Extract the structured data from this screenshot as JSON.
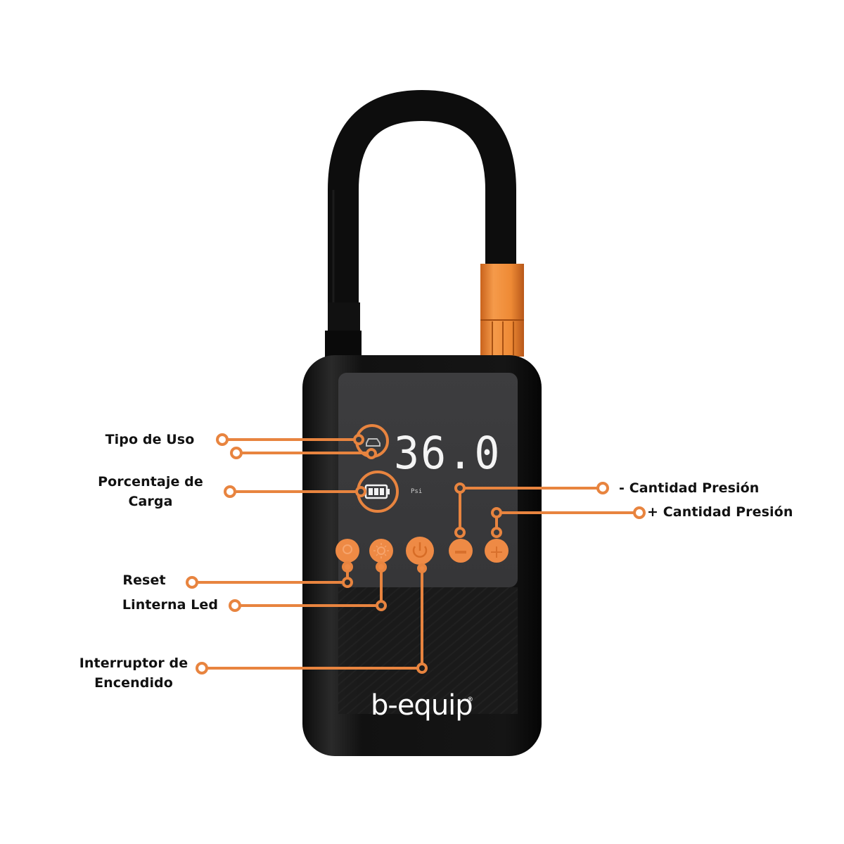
{
  "product": {
    "brand": "b-equip",
    "brand_mark": "®",
    "display_value": "36.0",
    "display_unit": "Psi",
    "colors": {
      "accent_orange": "#E8843F",
      "body_black": "#141414",
      "screen_grey": "#3a3a3c",
      "label_text": "#111111",
      "background": "#ffffff"
    }
  },
  "callouts": {
    "left": [
      {
        "id": "tipo-de-uso",
        "lines": [
          "Tipo de Uso"
        ],
        "target": "mode-icon"
      },
      {
        "id": "porcentaje-de-carga",
        "lines": [
          "Porcentaje de",
          "Carga"
        ],
        "target": "battery-icon"
      },
      {
        "id": "reset",
        "lines": [
          "Reset"
        ],
        "target": "reset-button"
      },
      {
        "id": "linterna-led",
        "lines": [
          "Linterna Led"
        ],
        "target": "led-button"
      },
      {
        "id": "interruptor-de-encendido",
        "lines": [
          "Interruptor de",
          "Encendido"
        ],
        "target": "power-button"
      }
    ],
    "right": [
      {
        "id": "menos-presion",
        "lines": [
          "- Cantidad Presión"
        ],
        "target": "minus-button"
      },
      {
        "id": "mas-presion",
        "lines": [
          "+ Cantidad Presión"
        ],
        "target": "plus-button"
      }
    ]
  },
  "buttons": [
    {
      "id": "reset",
      "icon": "reset-icon"
    },
    {
      "id": "led",
      "icon": "sun-icon"
    },
    {
      "id": "power",
      "icon": "power-icon"
    },
    {
      "id": "minus",
      "icon": "minus-icon"
    },
    {
      "id": "plus",
      "icon": "plus-icon"
    }
  ]
}
